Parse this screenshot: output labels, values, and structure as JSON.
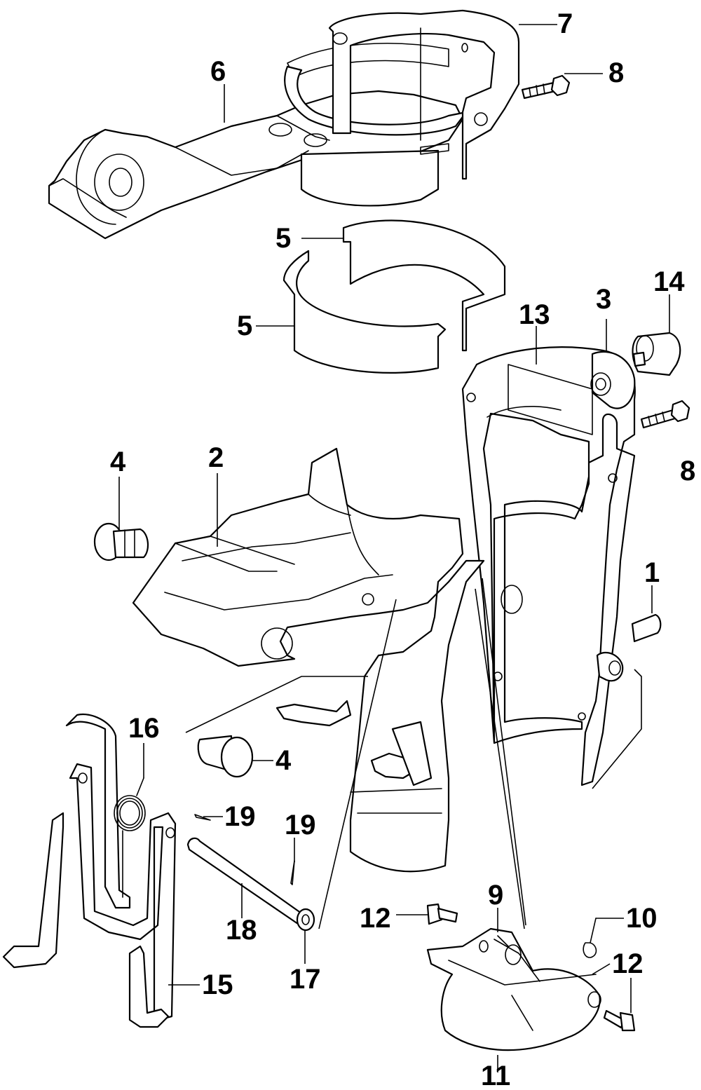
{
  "diagram": {
    "callouts": [
      {
        "id": "c7",
        "label": "7"
      },
      {
        "id": "c6",
        "label": "6"
      },
      {
        "id": "c8a",
        "label": "8"
      },
      {
        "id": "c5a",
        "label": "5"
      },
      {
        "id": "c5b",
        "label": "5"
      },
      {
        "id": "c14",
        "label": "14"
      },
      {
        "id": "c3",
        "label": "3"
      },
      {
        "id": "c13",
        "label": "13"
      },
      {
        "id": "c4a",
        "label": "4"
      },
      {
        "id": "c2",
        "label": "2"
      },
      {
        "id": "c8b",
        "label": "8"
      },
      {
        "id": "c1",
        "label": "1"
      },
      {
        "id": "c16",
        "label": "16"
      },
      {
        "id": "c4b",
        "label": "4"
      },
      {
        "id": "c19a",
        "label": "19"
      },
      {
        "id": "c19b",
        "label": "19"
      },
      {
        "id": "c9",
        "label": "9"
      },
      {
        "id": "c10",
        "label": "10"
      },
      {
        "id": "c12a",
        "label": "12"
      },
      {
        "id": "c18",
        "label": "18"
      },
      {
        "id": "c12b",
        "label": "12"
      },
      {
        "id": "c15",
        "label": "15"
      },
      {
        "id": "c17",
        "label": "17"
      },
      {
        "id": "c11",
        "label": "11"
      }
    ]
  }
}
